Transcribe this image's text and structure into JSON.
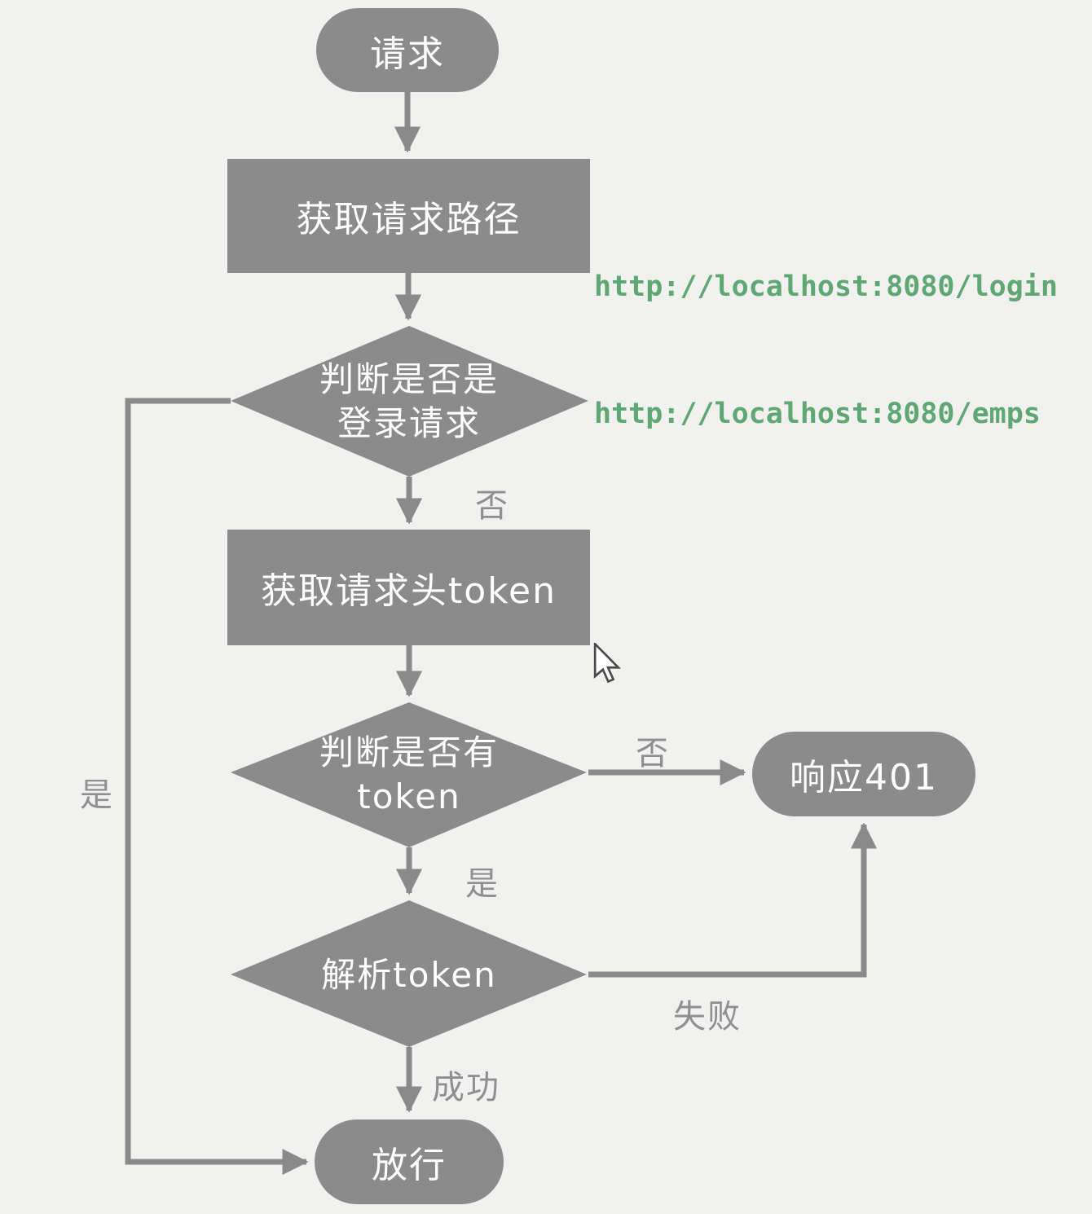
{
  "colors": {
    "background": "#f1f1f0",
    "node_fill": "#8b8b8b",
    "node_text": "#ffffff",
    "edge_line": "#8a8a8a",
    "edge_label_text": "#8f8f8f",
    "url_text_green": "#5fa873"
  },
  "nodes": {
    "start": {
      "label": "请求",
      "shape": "pill"
    },
    "get_path": {
      "label": "获取请求路径",
      "shape": "rect"
    },
    "is_login": {
      "line1": "判断是否是",
      "line2": "登录请求",
      "shape": "diamond"
    },
    "get_token": {
      "label": "获取请求头token",
      "shape": "rect"
    },
    "has_token": {
      "line1": "判断是否有",
      "line2": "token",
      "shape": "diamond"
    },
    "parse_token": {
      "label": "解析token",
      "shape": "diamond"
    },
    "respond_401": {
      "label": "响应401",
      "shape": "pill"
    },
    "pass": {
      "label": "放行",
      "shape": "pill"
    }
  },
  "edge_labels": {
    "is_login_no": "否",
    "is_login_yes": "是",
    "has_token_no": "否",
    "has_token_yes": "是",
    "parse_fail": "失败",
    "parse_success": "成功"
  },
  "annotations": {
    "url_login": "http://localhost:8080/login",
    "url_emps": "http://localhost:8080/emps"
  },
  "icons": {
    "cursor": "mouse-pointer"
  }
}
